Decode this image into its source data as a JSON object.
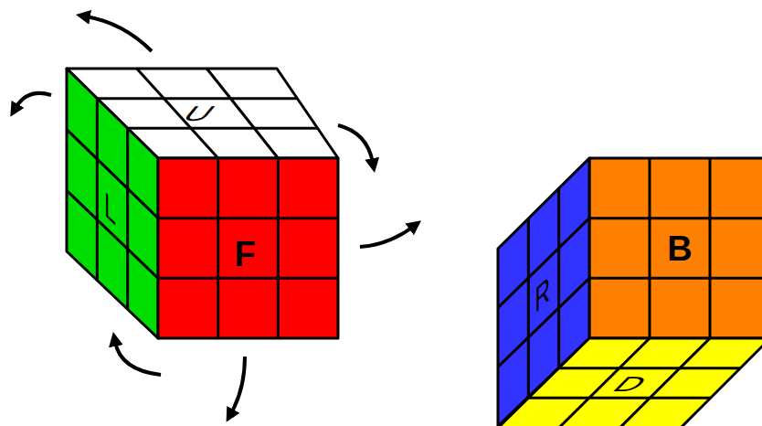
{
  "diagram": {
    "labels": [
      "U",
      "L",
      "F",
      "B",
      "R",
      "D"
    ]
  }
}
